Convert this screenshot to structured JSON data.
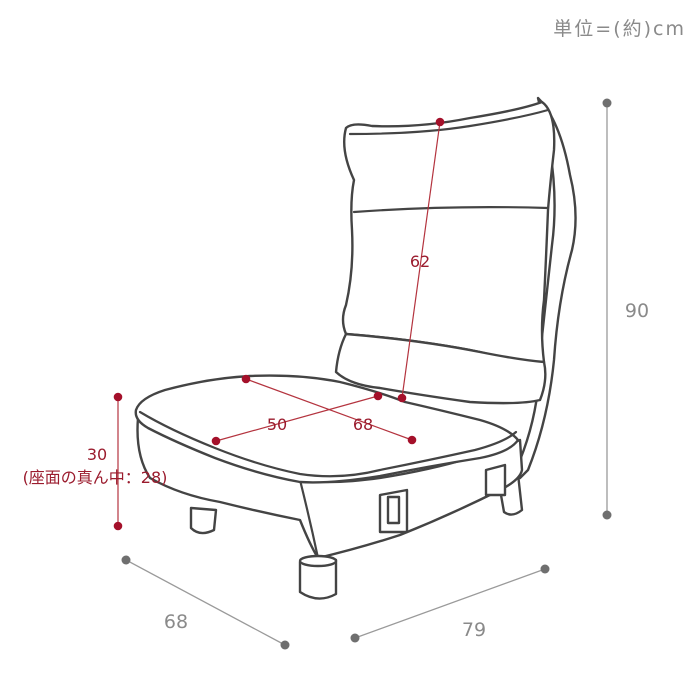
{
  "unit_label": "単位=(約)cm",
  "dimensions": {
    "total_height": "90",
    "backrest_height": "62",
    "seat_height": "30",
    "seat_height_note": "(座面の真ん中：28)",
    "seat_width": "50",
    "seat_depth": "68",
    "overall_depth": "68",
    "overall_width": "79"
  },
  "colors": {
    "red_marks": "#a4102a",
    "gray_marks": "#6f6f6f",
    "outline": "#444444"
  }
}
